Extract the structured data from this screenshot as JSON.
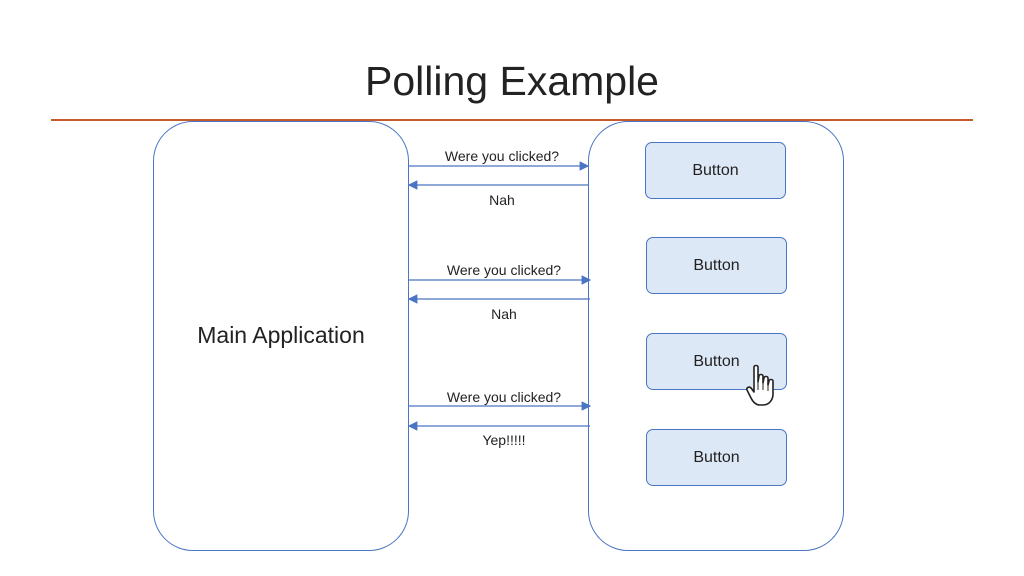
{
  "title": "Polling Example",
  "colors": {
    "accent_rule": "#c55a2b",
    "outline": "#4a74c4",
    "button_fill": "#dde8f6"
  },
  "main_app": {
    "label": "Main Application"
  },
  "buttons": [
    {
      "label": "Button"
    },
    {
      "label": "Button"
    },
    {
      "label": "Button"
    },
    {
      "label": "Button"
    }
  ],
  "exchanges": [
    {
      "request": "Were you clicked?",
      "response": "Nah"
    },
    {
      "request": "Were you clicked?",
      "response": "Nah"
    },
    {
      "request": "Were you clicked?",
      "response": "Yep!!!!!"
    }
  ],
  "cursor": {
    "icon": "hand-pointer-icon"
  }
}
